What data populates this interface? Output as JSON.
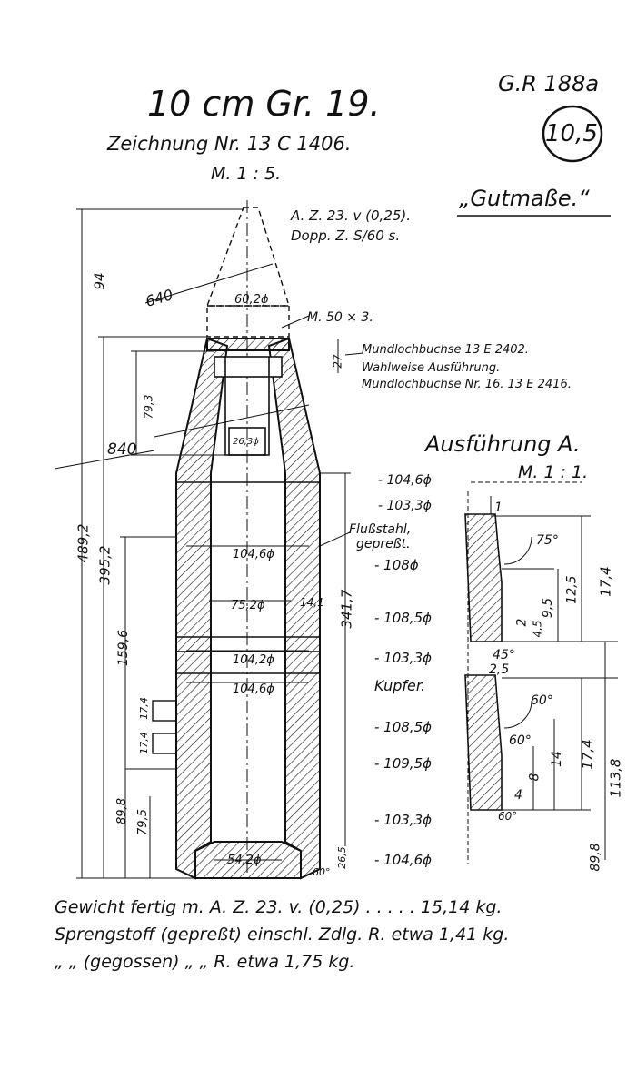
{
  "header": {
    "title": "10 cm Gr. 19.",
    "document_id": "G.R 188a",
    "circle_label": "10,5",
    "drawing_number": "Zeichnung Nr. 13 C 1406.",
    "scale": "M. 1 : 5.",
    "gutmasse": "„Gutmaße.“"
  },
  "fuze": {
    "line1": "A. Z. 23. v (0,25).",
    "line2": "Dopp. Z. S/60 s."
  },
  "notes": {
    "variant1": "Mundlochbuchse 13 E 2402.",
    "variant2": "Wahlweise Ausführung.",
    "variant3": "Mundlochbuchse Nr. 16. 13 E 2416.",
    "thread": "M. 50 × 3.",
    "material1": "Flußstahl,",
    "material2": "gepreßt.",
    "copper": "Kupfer."
  },
  "detail": {
    "title": "Ausführung A.",
    "scale": "M. 1 : 1."
  },
  "dimensions": {
    "d640": "640",
    "d94": "94",
    "d602": "60,2ϕ",
    "d27": "27",
    "d793": "79,3",
    "d840": "840",
    "d263": "26,3ϕ",
    "d4892": "489,2",
    "d3952": "395,2",
    "d1046a": "104,6ϕ",
    "d752": "75,2ϕ",
    "d141": "14,1",
    "d3417": "341,7",
    "d1596": "159,6",
    "d1042": "104,2ϕ",
    "d1046b": "104,6ϕ",
    "d174a": "17,4",
    "d174b": "17,4",
    "d898a": "89,8",
    "d795": "79,5",
    "d542": "54,2ϕ",
    "d265": "26,5",
    "d60a": "60°",
    "r1046a": "- 104,6ϕ",
    "r1033a": "- 103,3ϕ",
    "r1": "1",
    "r75": "75°",
    "r108": "- 108ϕ",
    "r125": "12,5",
    "r174a": "17,4",
    "r95": "9,5",
    "r2": "2",
    "r45": "4,5",
    "r1085a": "- 108,5ϕ",
    "r45deg": "45°",
    "r1033b": "- 103,3ϕ",
    "r25": "2,5",
    "r60a": "60°",
    "r1085b": "- 108,5ϕ",
    "r60b": "60°",
    "r1095": "- 109,5ϕ",
    "r174b": "17,4",
    "r14": "14",
    "r8": "8",
    "r4": "4",
    "r1138": "113,8",
    "r1033c": "- 103,3ϕ",
    "r60c": "60°",
    "r1046b": "- 104,6ϕ",
    "r898": "89,8"
  },
  "footer": {
    "line1": "Gewicht fertig m. A. Z. 23. v. (0,25) . . . . . 15,14 kg.",
    "line2": "Sprengstoff (gepreßt) einschl. Zdlg. R. etwa 1,41 kg.",
    "line3": "„      „   (gegossen)   „       „   R. etwa 1,75 kg."
  }
}
